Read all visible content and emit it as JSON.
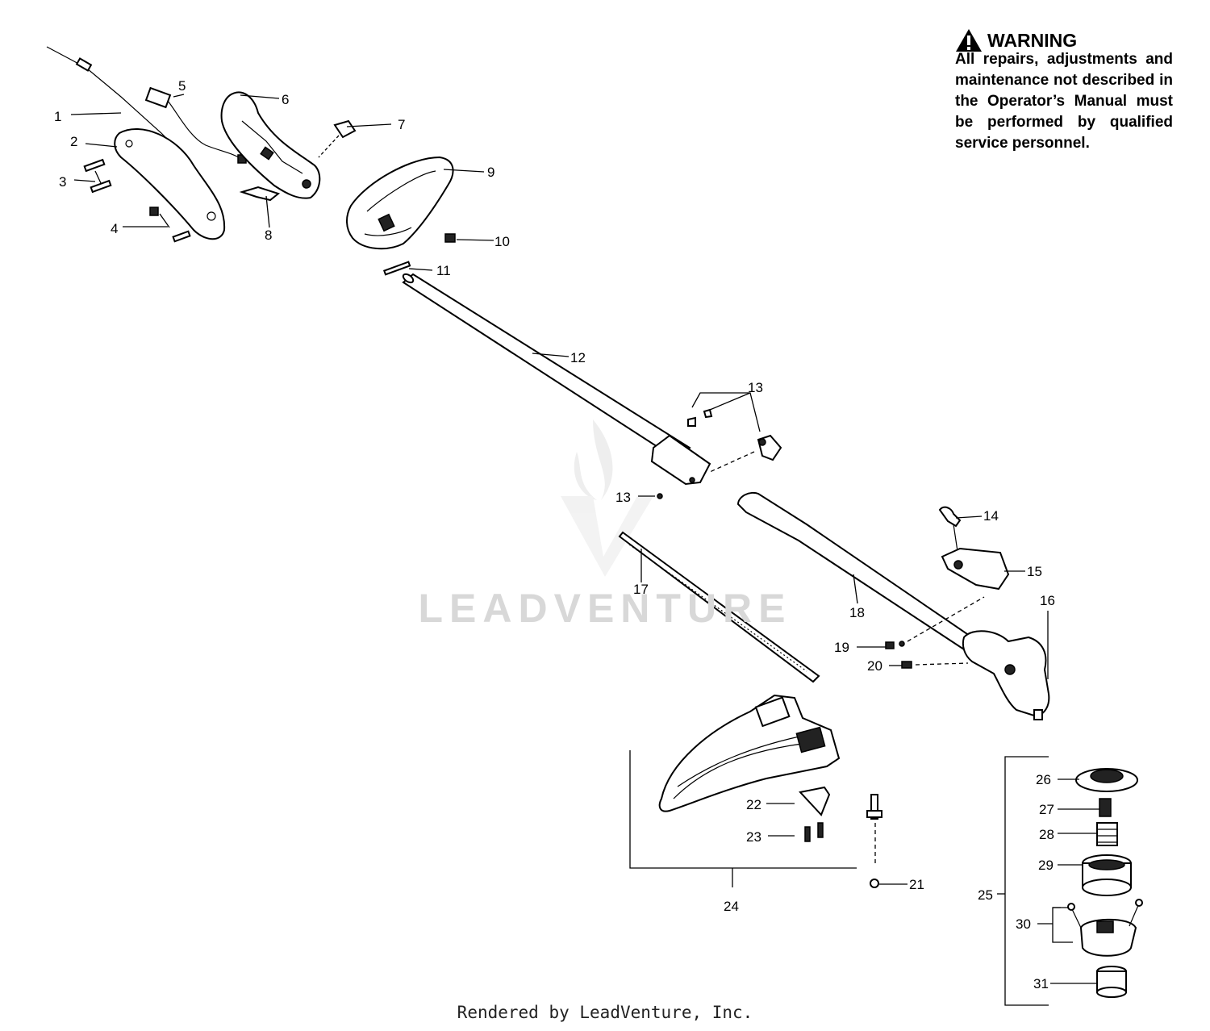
{
  "warning": {
    "title": "WARNING",
    "text": "All repairs, adjustments and maintenance not described in the Operator’s Manual must be performed by qualified service personnel.",
    "icon": "warning-triangle-icon"
  },
  "callouts": [
    "1",
    "2",
    "3",
    "4",
    "5",
    "6",
    "7",
    "8",
    "9",
    "10",
    "11",
    "12",
    "13",
    "13",
    "14",
    "15",
    "16",
    "17",
    "18",
    "19",
    "20",
    "21",
    "22",
    "23",
    "24",
    "25",
    "26",
    "27",
    "28",
    "29",
    "30",
    "31"
  ],
  "watermark": "LEADVENTURE",
  "footer": "Rendered by LeadVenture, Inc."
}
